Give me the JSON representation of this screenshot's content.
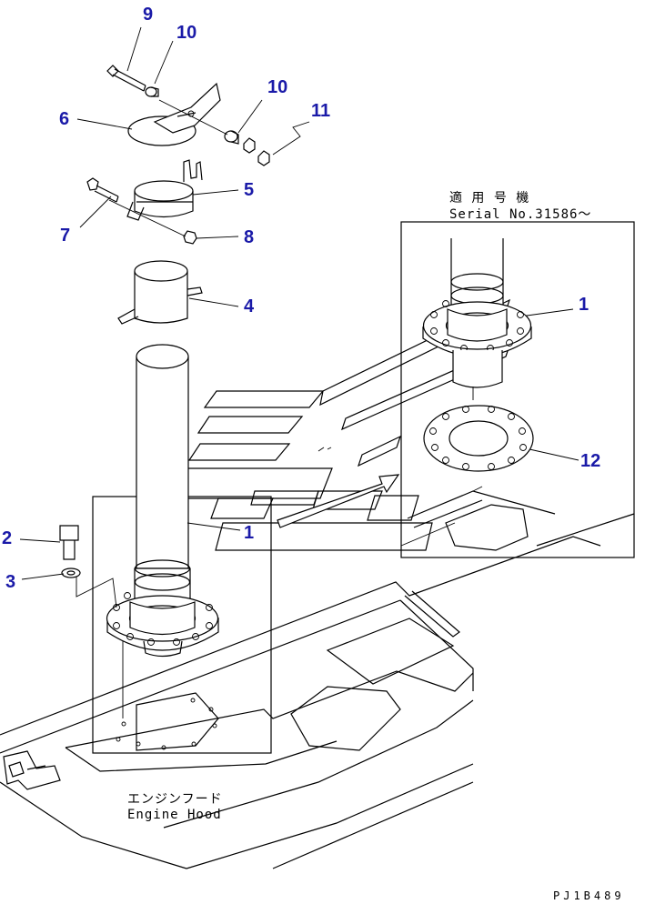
{
  "callouts": {
    "c9": "9",
    "c10a": "10",
    "c10b": "10",
    "c11": "11",
    "c6": "6",
    "c5": "5",
    "c7": "7",
    "c8": "8",
    "c4": "4",
    "c1a": "1",
    "c2": "2",
    "c3": "3",
    "c1b": "1",
    "c12": "12"
  },
  "serial_box": {
    "title": "適 用 号 機",
    "serial": "Serial No.31586〜"
  },
  "hood_label": {
    "jp": "エンジンフード",
    "en": "Engine Hood"
  },
  "drawing_code": "PJ1B489",
  "colors": {
    "callout": "#1a1aa8",
    "line": "#000000"
  }
}
